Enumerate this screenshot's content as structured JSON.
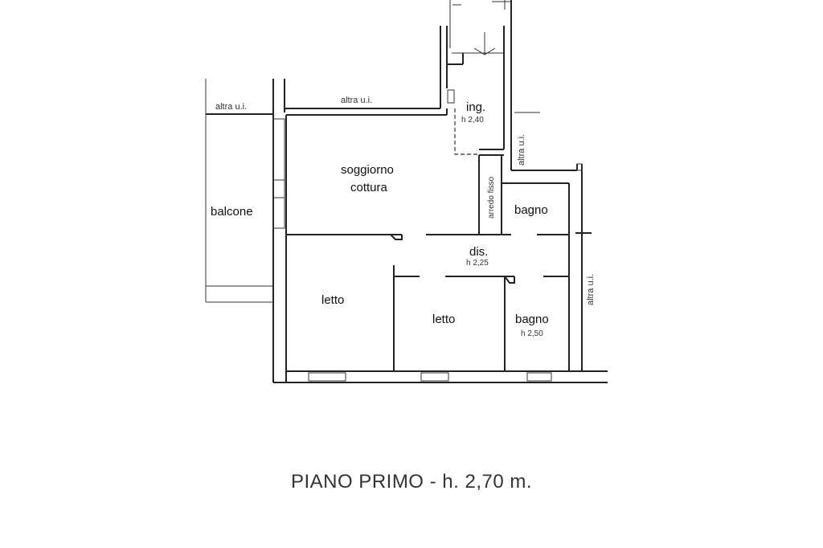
{
  "labels": {
    "altra_ui_1": "altra u.i.",
    "altra_ui_2": "altra u.i.",
    "altra_ui_3": "altra u.i.",
    "altra_ui_4": "altra u.i.",
    "ing": "ing.",
    "ing_h": "h 2,40",
    "soggiorno": "soggiorno",
    "cottura": "cottura",
    "arredo": "arredo fisso",
    "bagno_1": "bagno",
    "balcone": "balcone",
    "dis": "dis.",
    "dis_h": "h 2,25",
    "letto_1": "letto",
    "letto_2": "letto",
    "bagno_2": "bagno",
    "bagno_2_h": "h 2,50"
  },
  "caption": "PIANO PRIMO - h. 2,70 m."
}
